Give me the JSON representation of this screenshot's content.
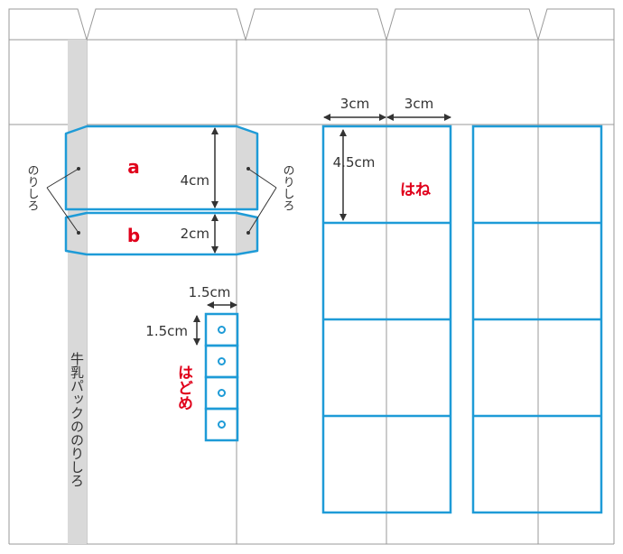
{
  "labels": {
    "flap_a": "a",
    "flap_b": "b",
    "glue_left": "のりしろ",
    "glue_right": "のりしろ",
    "hane": "はね",
    "hatome": "はどめ",
    "milk_glue": "牛乳パックののりしろ"
  },
  "dimensions": {
    "height_a": "4cm",
    "height_b": "2cm",
    "stopper_width": "1.5cm",
    "stopper_height": "1.5cm",
    "wing_col_1": "3cm",
    "wing_col_2": "3cm",
    "wing_height": "4.5cm"
  },
  "colors": {
    "cut_line": "#1e9bd7",
    "fold_line": "#999999",
    "glue_fill": "#d9d9d9",
    "label_red": "#e0001b",
    "arrow": "#333333"
  },
  "counts": {
    "stopper_squares": 4,
    "wing_rows": 4
  }
}
